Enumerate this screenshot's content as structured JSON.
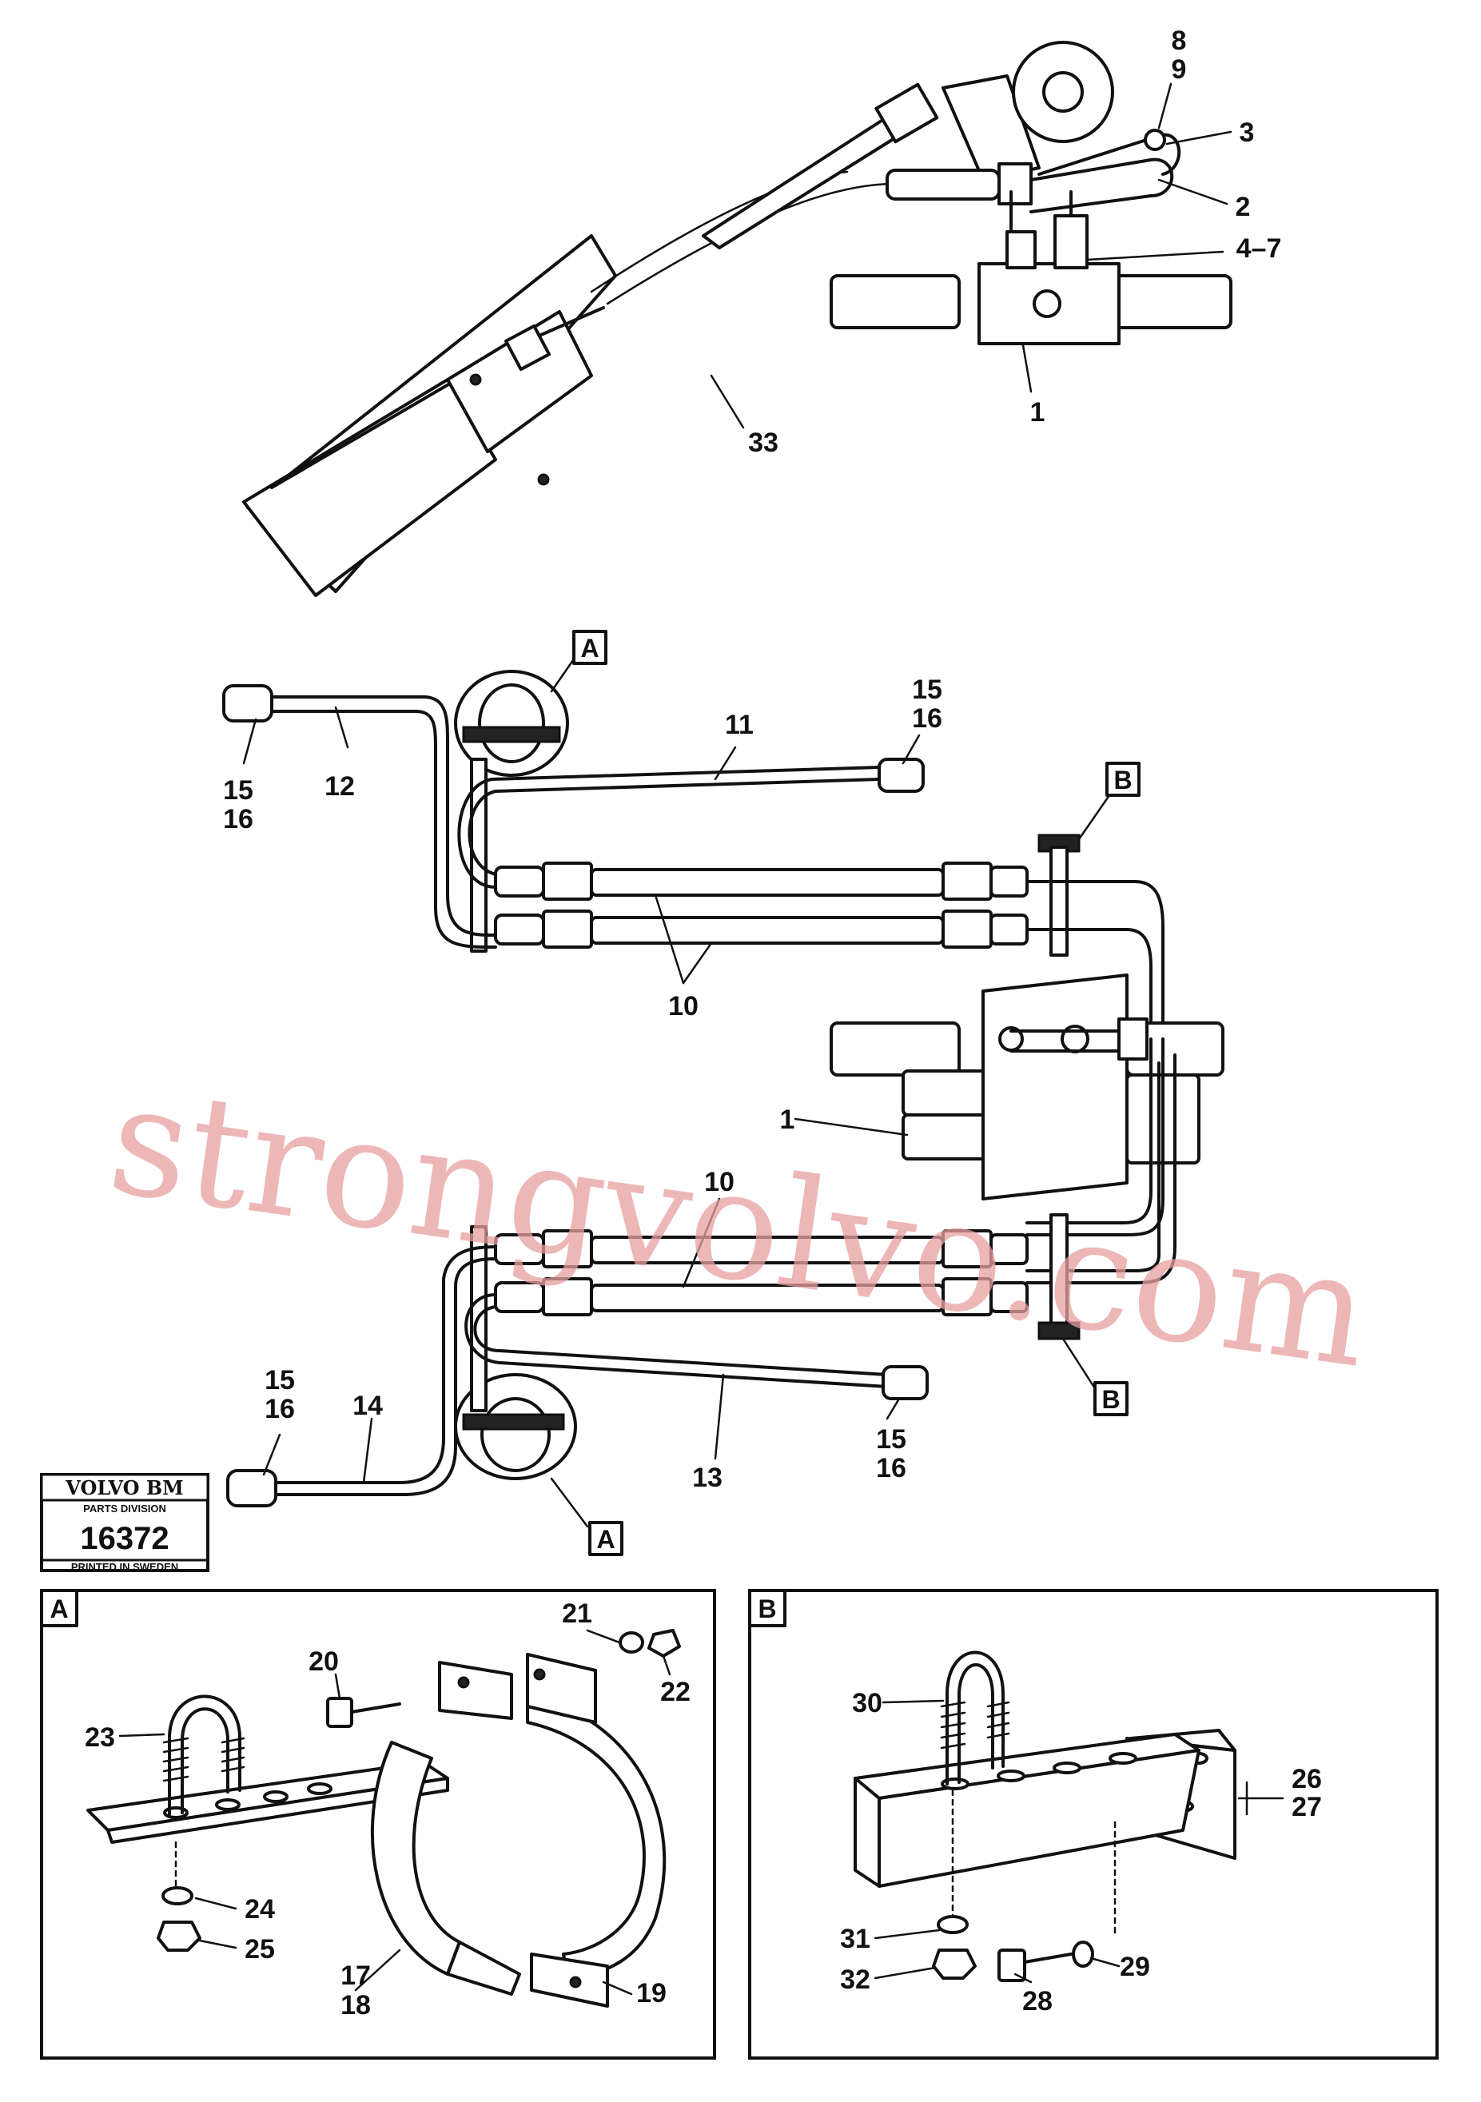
{
  "callouts": {
    "c8": "8",
    "c9": "9",
    "c3": "3",
    "c2": "2",
    "c4_7": "4–7",
    "c1_top": "1",
    "c33": "33",
    "cA_top": "A",
    "cB_top": "B",
    "c11": "11",
    "c12": "12",
    "c15_a": "15",
    "c16_a": "16",
    "c15_b": "15",
    "c16_b": "16",
    "c10_top": "10",
    "c1_mid": "1",
    "c10_bot": "10",
    "c15_c": "15",
    "c16_c": "16",
    "c14": "14",
    "c13": "13",
    "c15_d": "15",
    "c16_d": "16",
    "cA_bot": "A",
    "cB_bot": "B"
  },
  "stamp": {
    "brand": "VOLVO BM",
    "division": "PARTS DIVISION",
    "number": "16372",
    "footer": "PRINTED IN SWEDEN"
  },
  "detail_a": {
    "tag": "A",
    "c20": "20",
    "c21": "21",
    "c22": "22",
    "c23": "23",
    "c24": "24",
    "c25": "25",
    "c17": "17",
    "c18": "18",
    "c19": "19"
  },
  "detail_b": {
    "tag": "B",
    "c30": "30",
    "c26": "26",
    "c27": "27",
    "c31": "31",
    "c32": "32",
    "c28": "28",
    "c29": "29"
  },
  "watermark": "strongvolvo.com"
}
